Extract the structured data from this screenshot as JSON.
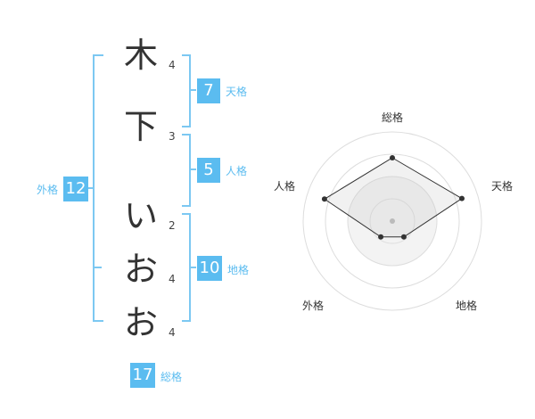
{
  "name_chars": [
    {
      "char": "木",
      "strokes": "4"
    },
    {
      "char": "下",
      "strokes": "3"
    },
    {
      "char": "い",
      "strokes": "2"
    },
    {
      "char": "お",
      "strokes": "4"
    },
    {
      "char": "お",
      "strokes": "4"
    }
  ],
  "kakusu": {
    "tenkaku": {
      "label": "天格",
      "value": "7"
    },
    "jinkaku": {
      "label": "人格",
      "value": "5"
    },
    "chikaku": {
      "label": "地格",
      "value": "10"
    },
    "gaikaku": {
      "label": "外格",
      "value": "12"
    },
    "soukaku": {
      "label": "総格",
      "value": "17"
    }
  },
  "radar": {
    "labels": {
      "top": "総格",
      "right": "天格",
      "bottom_right": "地格",
      "bottom_left": "外格",
      "left": "人格"
    },
    "levels": 4,
    "values": {
      "soukaku": 0.71,
      "tenkaku": 0.82,
      "chikaku": 0.22,
      "gaikaku": 0.22,
      "jinkaku": 0.8
    },
    "accent": "#5bbcf0"
  }
}
